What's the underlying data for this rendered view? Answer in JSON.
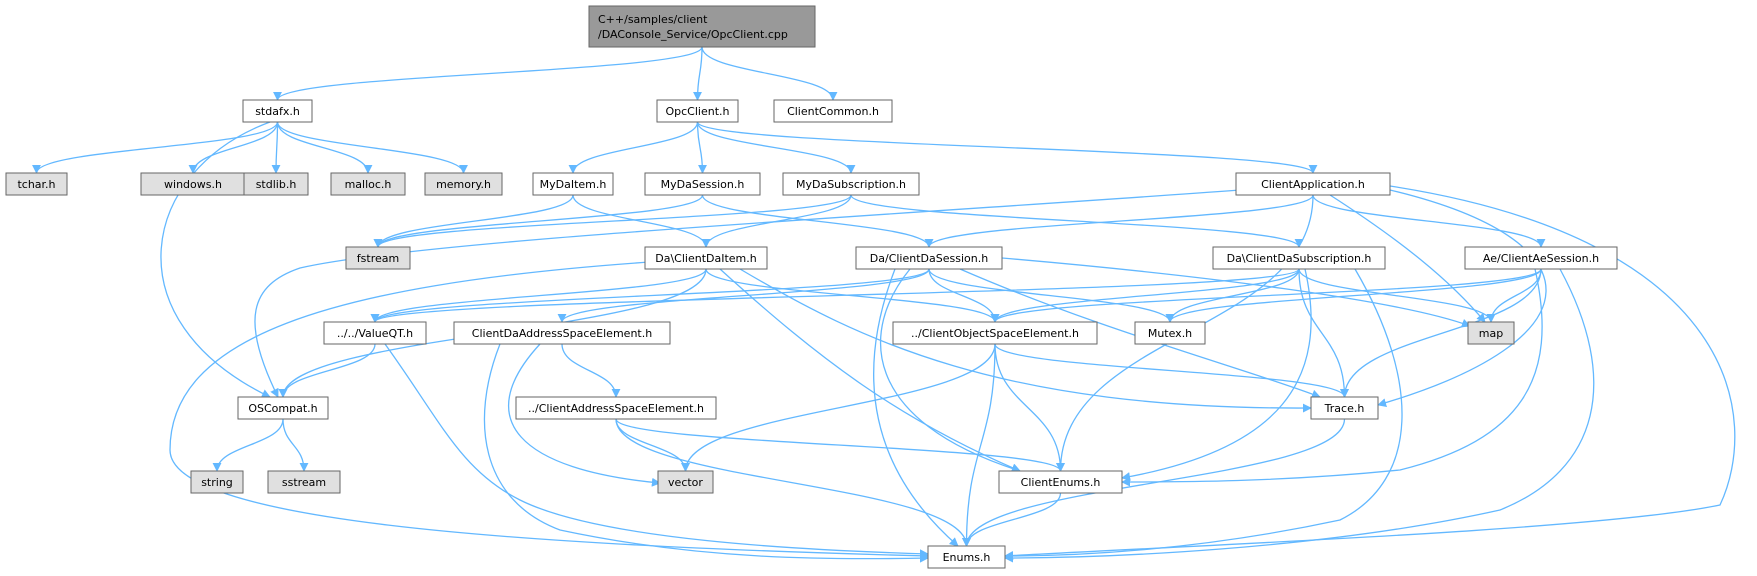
{
  "diagram": {
    "type": "include-dependency-graph",
    "colors": {
      "edge": "#63b8ff",
      "node_fill": "#ffffff",
      "node_fill_root": "#999999",
      "node_fill_external": "#e0e0e0",
      "node_border": "#666666",
      "node_border_external": "#bfbfbf"
    },
    "nodes": [
      {
        "id": "root",
        "lines": [
          "C++/samples/client",
          "/DAConsole_Service/OpcClient.cpp"
        ],
        "kind": "root"
      },
      {
        "id": "stdafx",
        "lines": [
          "stdafx.h"
        ],
        "kind": "file"
      },
      {
        "id": "opcclient_h",
        "lines": [
          "OpcClient.h"
        ],
        "kind": "file"
      },
      {
        "id": "clientcommon",
        "lines": [
          "ClientCommon.h"
        ],
        "kind": "file"
      },
      {
        "id": "tchar",
        "lines": [
          "tchar.h"
        ],
        "kind": "external"
      },
      {
        "id": "windows",
        "lines": [
          "windows.h"
        ],
        "kind": "external"
      },
      {
        "id": "stdlib",
        "lines": [
          "stdlib.h"
        ],
        "kind": "external"
      },
      {
        "id": "malloc",
        "lines": [
          "malloc.h"
        ],
        "kind": "external"
      },
      {
        "id": "memory",
        "lines": [
          "memory.h"
        ],
        "kind": "external"
      },
      {
        "id": "mydaitem",
        "lines": [
          "MyDaItem.h"
        ],
        "kind": "file"
      },
      {
        "id": "mydasession",
        "lines": [
          "MyDaSession.h"
        ],
        "kind": "file"
      },
      {
        "id": "mydasubscription",
        "lines": [
          "MyDaSubscription.h"
        ],
        "kind": "file"
      },
      {
        "id": "clientapplication",
        "lines": [
          "ClientApplication.h"
        ],
        "kind": "file"
      },
      {
        "id": "fstream",
        "lines": [
          "fstream"
        ],
        "kind": "external"
      },
      {
        "id": "daclientdaitem",
        "lines": [
          "Da\\ClientDaItem.h"
        ],
        "kind": "file"
      },
      {
        "id": "daclientdasession",
        "lines": [
          "Da/ClientDaSession.h"
        ],
        "kind": "file"
      },
      {
        "id": "daclientdasubscription",
        "lines": [
          "Da\\ClientDaSubscription.h"
        ],
        "kind": "file"
      },
      {
        "id": "aeclientaesession",
        "lines": [
          "Ae/ClientAeSession.h"
        ],
        "kind": "file"
      },
      {
        "id": "valueqt",
        "lines": [
          "../../ValueQT.h"
        ],
        "kind": "file"
      },
      {
        "id": "clientdaaddressspaceelement",
        "lines": [
          "ClientDaAddressSpaceElement.h"
        ],
        "kind": "file"
      },
      {
        "id": "clientobjectspaceelement",
        "lines": [
          "../ClientObjectSpaceElement.h"
        ],
        "kind": "file"
      },
      {
        "id": "mutex",
        "lines": [
          "Mutex.h"
        ],
        "kind": "file"
      },
      {
        "id": "map",
        "lines": [
          "map"
        ],
        "kind": "external"
      },
      {
        "id": "oscompat",
        "lines": [
          "OSCompat.h"
        ],
        "kind": "file"
      },
      {
        "id": "clientaddressspaceelement",
        "lines": [
          "../ClientAddressSpaceElement.h"
        ],
        "kind": "file"
      },
      {
        "id": "trace",
        "lines": [
          "Trace.h"
        ],
        "kind": "file"
      },
      {
        "id": "string",
        "lines": [
          "string"
        ],
        "kind": "external"
      },
      {
        "id": "sstream",
        "lines": [
          "sstream"
        ],
        "kind": "external"
      },
      {
        "id": "vector",
        "lines": [
          "vector"
        ],
        "kind": "external"
      },
      {
        "id": "clientenums",
        "lines": [
          "ClientEnums.h"
        ],
        "kind": "file"
      },
      {
        "id": "enums",
        "lines": [
          "Enums.h"
        ],
        "kind": "file"
      }
    ],
    "edges": [
      [
        "root",
        "stdafx"
      ],
      [
        "root",
        "opcclient_h"
      ],
      [
        "root",
        "clientcommon"
      ],
      [
        "stdafx",
        "tchar"
      ],
      [
        "stdafx",
        "windows"
      ],
      [
        "stdafx",
        "stdlib"
      ],
      [
        "stdafx",
        "malloc"
      ],
      [
        "stdafx",
        "memory"
      ],
      [
        "stdafx",
        "oscompat"
      ],
      [
        "opcclient_h",
        "mydaitem"
      ],
      [
        "opcclient_h",
        "mydasession"
      ],
      [
        "opcclient_h",
        "mydasubscription"
      ],
      [
        "opcclient_h",
        "clientapplication"
      ],
      [
        "mydaitem",
        "fstream"
      ],
      [
        "mydaitem",
        "daclientdaitem"
      ],
      [
        "mydasession",
        "fstream"
      ],
      [
        "mydasession",
        "daclientdasession"
      ],
      [
        "mydasubscription",
        "fstream"
      ],
      [
        "mydasubscription",
        "daclientdaitem"
      ],
      [
        "mydasubscription",
        "daclientdasubscription"
      ],
      [
        "clientapplication",
        "oscompat"
      ],
      [
        "clientapplication",
        "daclientdasession"
      ],
      [
        "clientapplication",
        "aeclientaesession"
      ],
      [
        "clientapplication",
        "map"
      ],
      [
        "clientapplication",
        "trace"
      ],
      [
        "clientapplication",
        "clientenums"
      ],
      [
        "clientapplication",
        "enums"
      ],
      [
        "daclientdaitem",
        "valueqt"
      ],
      [
        "daclientdaitem",
        "oscompat"
      ],
      [
        "daclientdaitem",
        "clientobjectspaceelement"
      ],
      [
        "daclientdaitem",
        "trace"
      ],
      [
        "daclientdaitem",
        "clientenums"
      ],
      [
        "daclientdaitem",
        "enums"
      ],
      [
        "daclientdasession",
        "valueqt"
      ],
      [
        "daclientdasession",
        "clientdaaddressspaceelement"
      ],
      [
        "daclientdasession",
        "clientobjectspaceelement"
      ],
      [
        "daclientdasession",
        "mutex"
      ],
      [
        "daclientdasession",
        "map"
      ],
      [
        "daclientdasession",
        "trace"
      ],
      [
        "daclientdasession",
        "clientenums"
      ],
      [
        "daclientdasession",
        "enums"
      ],
      [
        "daclientdasubscription",
        "valueqt"
      ],
      [
        "daclientdasubscription",
        "clientobjectspaceelement"
      ],
      [
        "daclientdasubscription",
        "mutex"
      ],
      [
        "daclientdasubscription",
        "map"
      ],
      [
        "daclientdasubscription",
        "trace"
      ],
      [
        "daclientdasubscription",
        "clientenums"
      ],
      [
        "daclientdasubscription",
        "enums"
      ],
      [
        "aeclientaesession",
        "clientobjectspaceelement"
      ],
      [
        "aeclientaesession",
        "mutex"
      ],
      [
        "aeclientaesession",
        "map"
      ],
      [
        "aeclientaesession",
        "trace"
      ],
      [
        "aeclientaesession",
        "clientenums"
      ],
      [
        "aeclientaesession",
        "enums"
      ],
      [
        "valueqt",
        "oscompat"
      ],
      [
        "valueqt",
        "enums"
      ],
      [
        "clientdaaddressspaceelement",
        "clientaddressspaceelement"
      ],
      [
        "clientdaaddressspaceelement",
        "vector"
      ],
      [
        "clientdaaddressspaceelement",
        "enums"
      ],
      [
        "clientobjectspaceelement",
        "vector"
      ],
      [
        "clientobjectspaceelement",
        "trace"
      ],
      [
        "clientobjectspaceelement",
        "clientenums"
      ],
      [
        "clientobjectspaceelement",
        "enums"
      ],
      [
        "oscompat",
        "string"
      ],
      [
        "oscompat",
        "sstream"
      ],
      [
        "clientaddressspaceelement",
        "vector"
      ],
      [
        "clientaddressspaceelement",
        "clientenums"
      ],
      [
        "clientaddressspaceelement",
        "enums"
      ],
      [
        "trace",
        "enums"
      ],
      [
        "clientenums",
        "enums"
      ]
    ]
  }
}
